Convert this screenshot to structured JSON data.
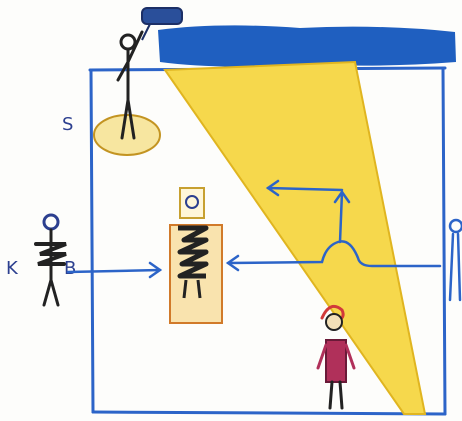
{
  "drawing": {
    "labels": {
      "s": "S",
      "k": "K",
      "b": "B"
    },
    "colors": {
      "paper": "#fdfdfb",
      "ink_blue": "#2c64c8",
      "marker_blue": "#1f5fc0",
      "beam_yellow": "#f6d84c",
      "beam_outline": "#e0b520",
      "figure_black": "#222222",
      "figure_red": "#b0305a",
      "platform_yellow": "#f7e6a0",
      "board_fill": "#f9e3ae",
      "board_stroke": "#d17a2a"
    },
    "icons": [
      "spotlight-icon",
      "stick-figure-icon",
      "arrow-icon"
    ]
  }
}
